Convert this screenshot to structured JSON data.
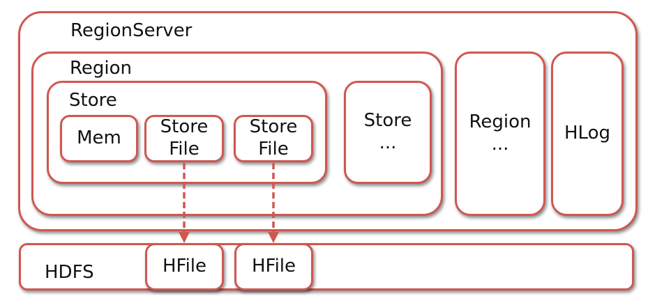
{
  "region_server": {
    "label": "RegionServer"
  },
  "region": {
    "label": "Region"
  },
  "store": {
    "label": "Store"
  },
  "mem": {
    "label": "Mem"
  },
  "store_file_1": {
    "line1": "Store",
    "line2": "File"
  },
  "store_file_2": {
    "line1": "Store",
    "line2": "File"
  },
  "store_other": {
    "line1": "Store",
    "line2": "..."
  },
  "region_other": {
    "line1": "Region",
    "line2": "..."
  },
  "hlog": {
    "label": "HLog"
  },
  "hdfs": {
    "label": "HDFS"
  },
  "hfile_1": {
    "label": "HFile"
  },
  "hfile_2": {
    "label": "HFile"
  },
  "colors": {
    "border": "#d0574f",
    "arrow": "#d0574f",
    "fill": "#ffffff",
    "text": "#111111"
  }
}
